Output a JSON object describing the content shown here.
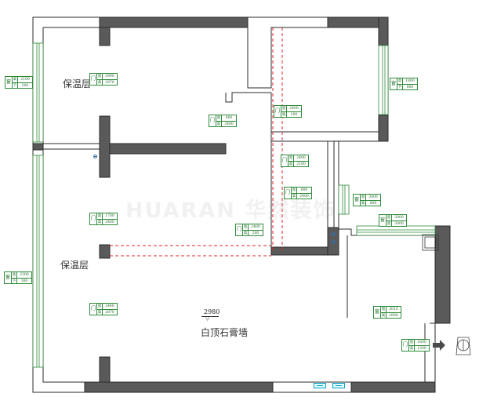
{
  "colors": {
    "wall": "#5a5a5a",
    "wall_outline": "#2b2b2b",
    "window": "#2e8b3a",
    "dashed": "#e0262a",
    "tag": "#2e8b3a",
    "cyan": "#00a6c8"
  },
  "labels": {
    "top_room_insulation": "保温层",
    "left_room_insulation": "保温层",
    "ceiling_material": "白顶石膏墙",
    "ceiling_height": "2980",
    "watermark": "HUARAN 华然装饰"
  },
  "tags": [
    {
      "kind": "窗",
      "r1": [
        "高",
        "2100"
      ],
      "r2": [
        "下",
        "300"
      ]
    },
    {
      "kind": "门",
      "r1": [
        "宽",
        "3900"
      ],
      "r2": [
        "高",
        "2870"
      ]
    },
    {
      "kind": "门",
      "r1": [
        "宽",
        "800"
      ],
      "r2": [
        "高",
        "2400"
      ]
    },
    {
      "kind": "窗",
      "r1": [
        "高",
        "1800"
      ],
      "r2": [
        "下",
        "800"
      ]
    },
    {
      "kind": "门",
      "r1": [
        "宽",
        "2400"
      ],
      "r2": [
        "高",
        "200"
      ]
    },
    {
      "kind": "门",
      "r1": [
        "宽",
        "2400"
      ],
      "r2": [
        "高",
        "2100"
      ]
    },
    {
      "kind": "门",
      "r1": [
        "宽",
        "800"
      ],
      "r2": [
        "高",
        "2400"
      ]
    },
    {
      "kind": "窗",
      "r1": [
        "宽",
        "3000"
      ],
      "r2": [
        "高",
        "800"
      ]
    },
    {
      "kind": "窗",
      "r1": [
        "宽",
        "3000"
      ],
      "r2": [
        "高",
        "3000"
      ]
    },
    {
      "kind": "门",
      "r1": [
        "宽",
        "1700"
      ],
      "r2": [
        "高",
        "2400"
      ]
    },
    {
      "kind": "门",
      "r1": [
        "宽",
        "2400"
      ],
      "r2": [
        "高",
        "200"
      ]
    },
    {
      "kind": "窗",
      "r1": [
        "高",
        "2300"
      ],
      "r2": [
        "下",
        "160"
      ]
    },
    {
      "kind": "门",
      "r1": [
        "宽",
        "2440"
      ],
      "r2": [
        "高",
        "2870"
      ]
    },
    {
      "kind": "窗",
      "r1": [
        "宽",
        "3010"
      ],
      "r2": [
        "高",
        "2800"
      ]
    },
    {
      "kind": "门",
      "r1": [
        "宽",
        "1600"
      ],
      "r2": [
        "高",
        "1200"
      ]
    }
  ]
}
